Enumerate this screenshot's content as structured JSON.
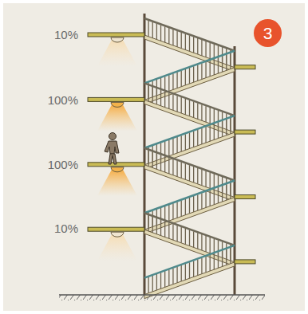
{
  "diagram": {
    "nodes": [
      {
        "text": [
          "3"
        ]
      }
    ],
    "labels": [
      "10%",
      "100%",
      "100%",
      "10%"
    ]
  }
}
